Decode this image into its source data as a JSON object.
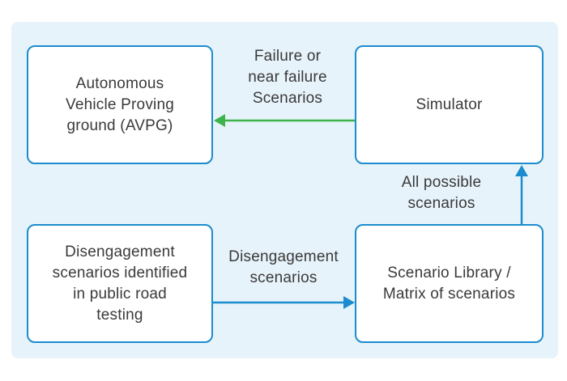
{
  "nodes": {
    "avpg": "Autonomous\nVehicle Proving\nground (AVPG)",
    "simulator": "Simulator",
    "disengagement": "Disengagement\nscenarios identified\nin public road\ntesting",
    "scenario_library": "Scenario Library /\nMatrix of scenarios"
  },
  "edges": {
    "simulator_to_avpg": "Failure or\nnear failure\nScenarios",
    "library_to_simulator": "All possible\nscenarios",
    "disengagement_to_library": "Disengagement\nscenarios"
  },
  "colors": {
    "panel_background": "#e7f3fa",
    "box_border": "#1b8ccd",
    "arrow_blue": "#1b8ccd",
    "arrow_green": "#3cb44b",
    "text": "#3a3a3a"
  }
}
